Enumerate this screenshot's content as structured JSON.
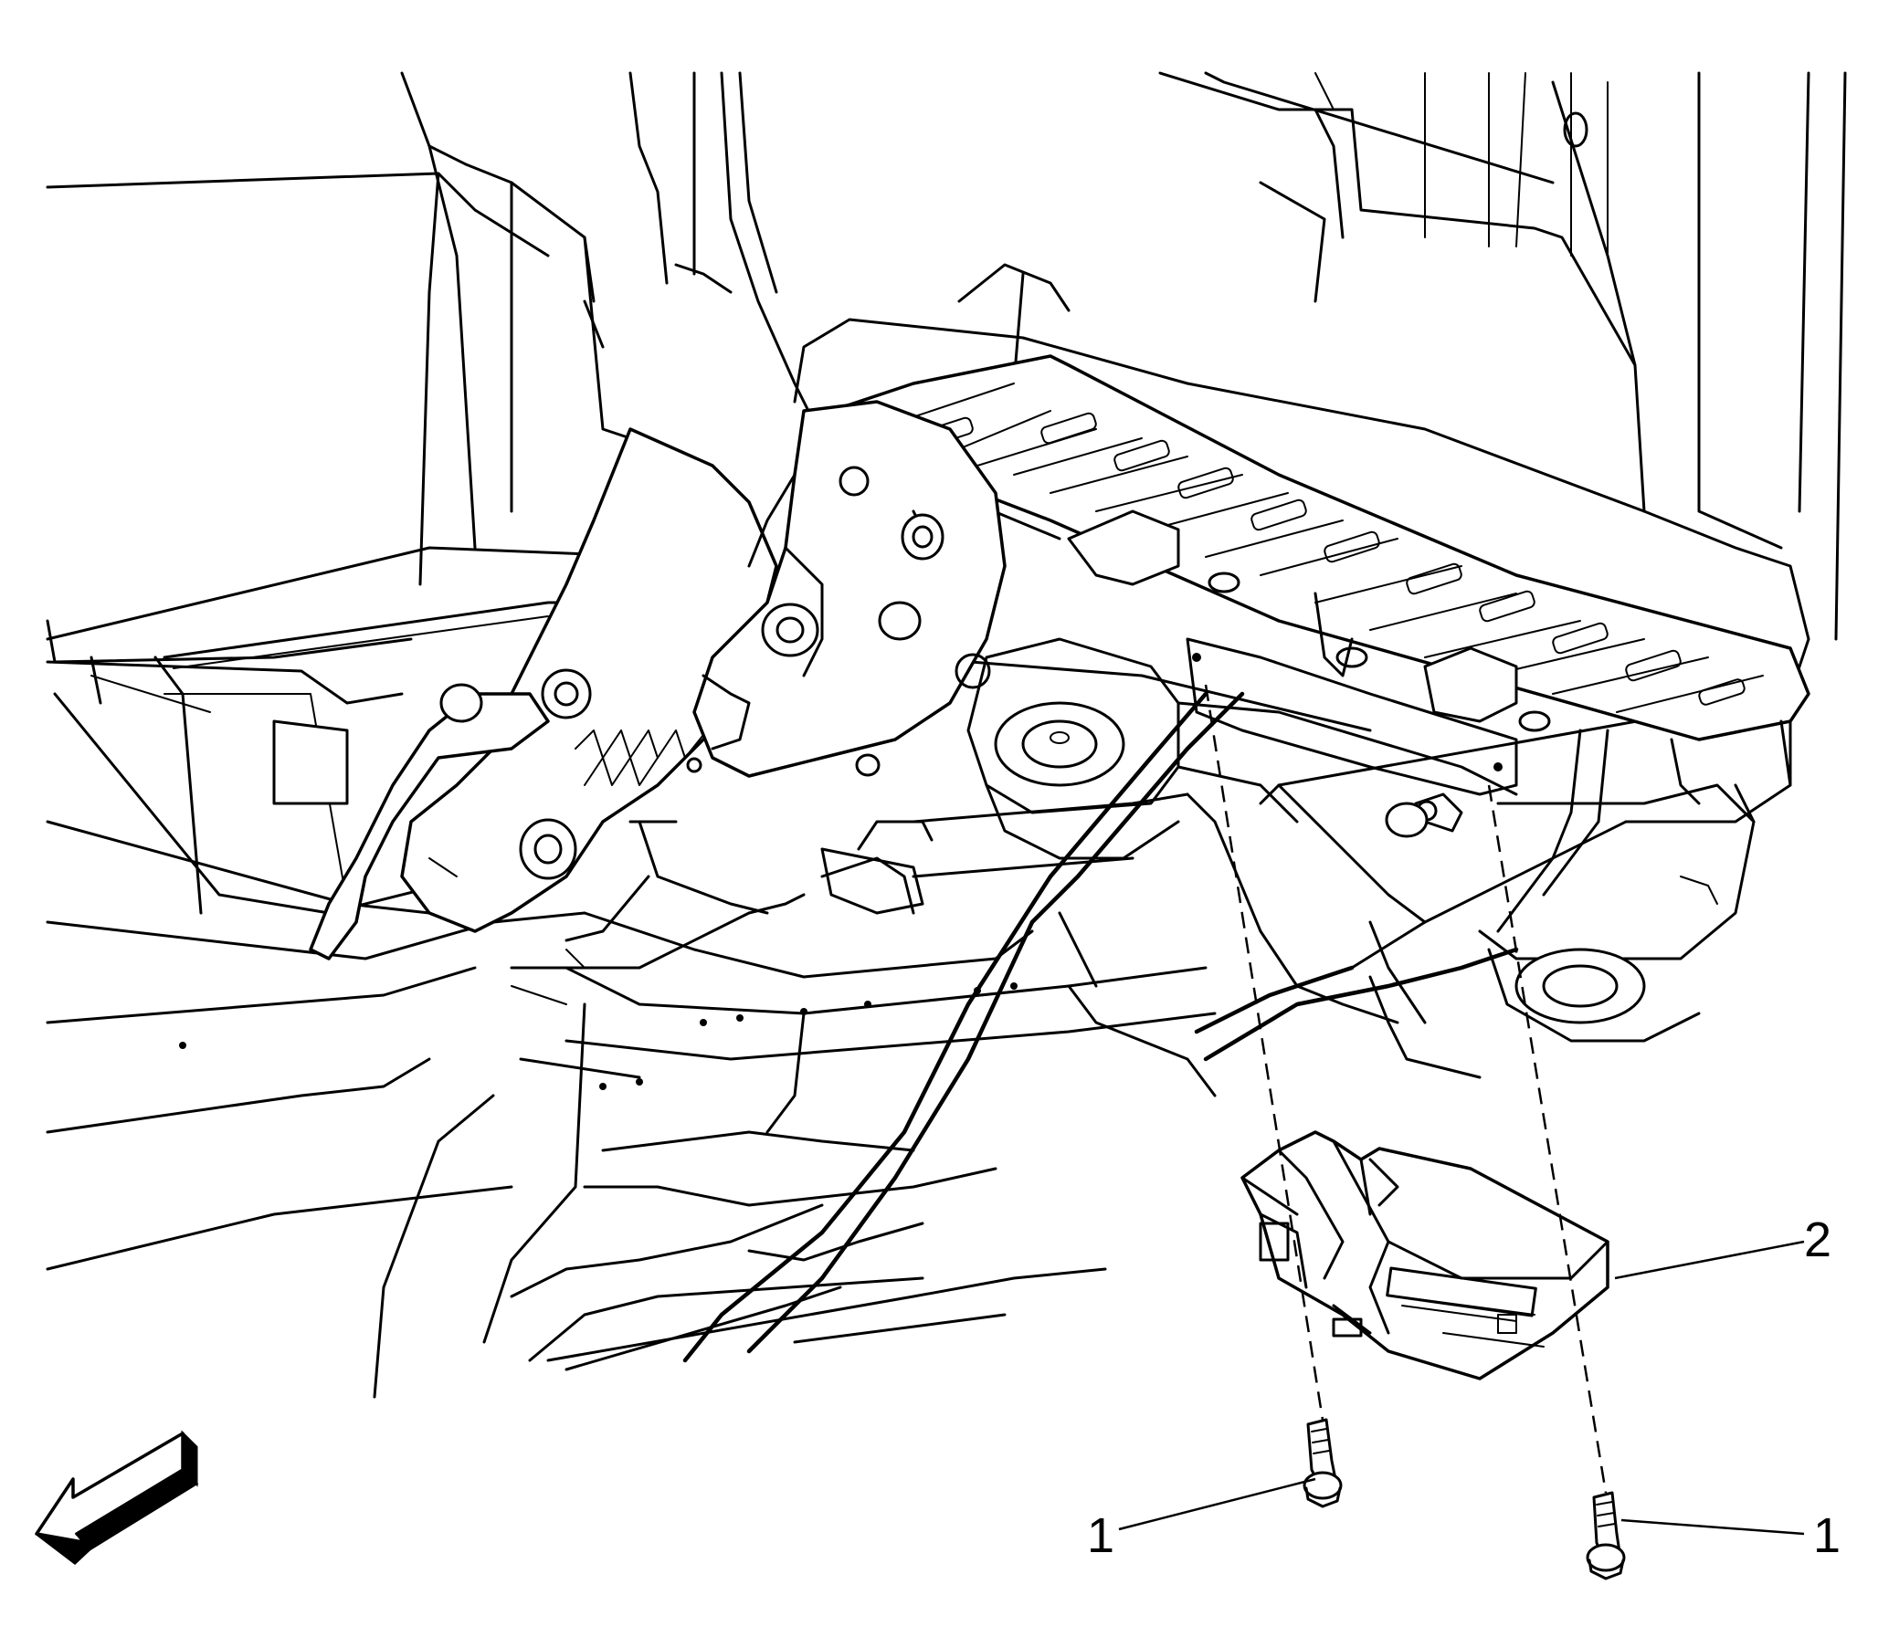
{
  "diagram": {
    "type": "exploded-view",
    "callouts": [
      {
        "id": "c1a",
        "label": "1"
      },
      {
        "id": "c1b",
        "label": "1"
      },
      {
        "id": "c2",
        "label": "2"
      }
    ]
  },
  "colors": {
    "line": "#000000",
    "background": "#ffffff"
  },
  "icons": {
    "direction_arrow": "forward-arrow-icon"
  }
}
